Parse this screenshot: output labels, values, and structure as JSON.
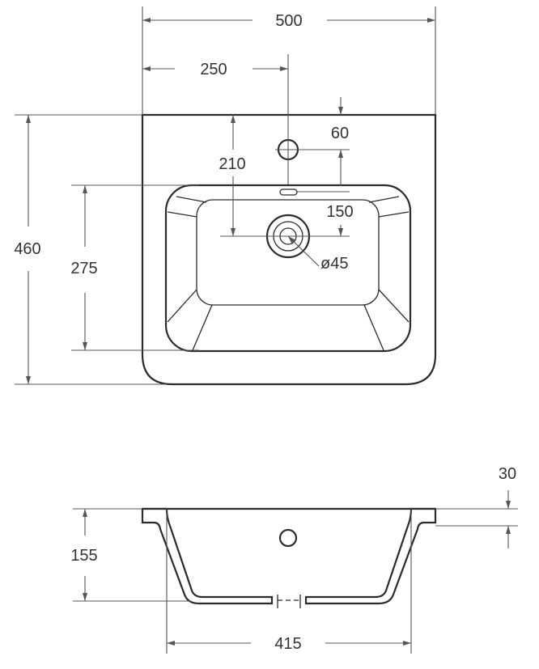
{
  "top_view": {
    "overall_width": "500",
    "tap_offset": "250",
    "overall_depth": "460",
    "tap_hole_distance": "60",
    "drain_distance": "210",
    "overflow_to_drain": "150",
    "bowl_depth": "275",
    "drain_diameter": "ø45"
  },
  "side_view": {
    "rim_thickness": "30",
    "bowl_height": "155",
    "bowl_width": "415"
  }
}
